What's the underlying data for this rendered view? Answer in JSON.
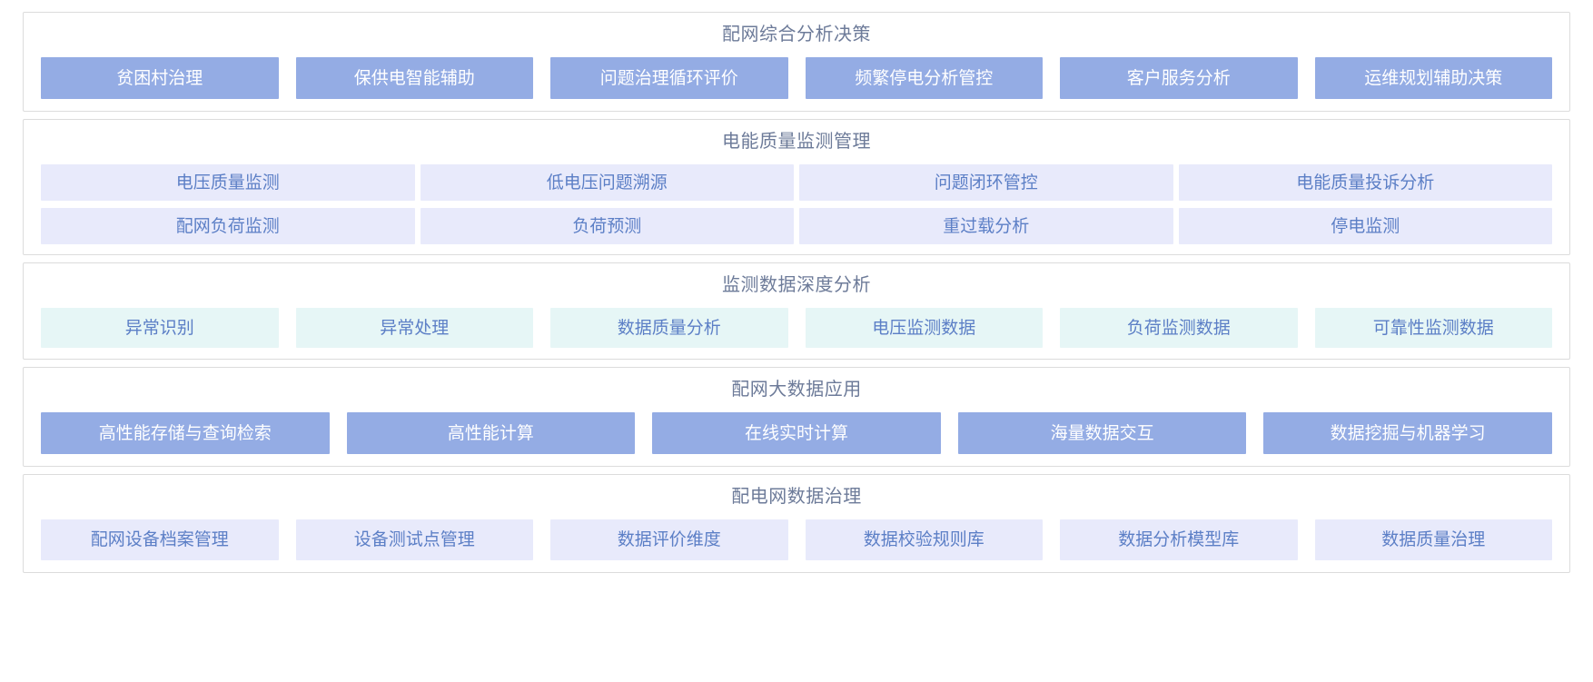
{
  "theme": {
    "accent_solid": "#94ace4",
    "accent_lavender": "#e8eafb",
    "accent_mint": "#e6f6f6",
    "text_on_solid": "#ffffff",
    "text_on_light": "#5c7fc6",
    "title_color": "#6d7b99",
    "panel_border": "#dcdcdc",
    "page_background": "#ffffff"
  },
  "panels": [
    {
      "title": "配网综合分析决策",
      "style": "solid",
      "rows": [
        {
          "items": [
            "贫困村治理",
            "保供电智能辅助",
            "问题治理循环评价",
            "频繁停电分析管控",
            "客户服务分析",
            "运维规划辅助决策"
          ]
        }
      ]
    },
    {
      "title": "电能质量监测管理",
      "style": "lavender",
      "rows": [
        {
          "items": [
            "电压质量监测",
            "低电压问题溯源",
            "问题闭环管控",
            "电能质量投诉分析"
          ]
        },
        {
          "items": [
            "配网负荷监测",
            "负荷预测",
            "重过载分析",
            "停电监测"
          ]
        }
      ]
    },
    {
      "title": "监测数据深度分析",
      "style": "mint",
      "rows": [
        {
          "items": [
            "异常识别",
            "异常处理",
            "数据质量分析",
            "电压监测数据",
            "负荷监测数据",
            "可靠性监测数据"
          ]
        }
      ]
    },
    {
      "title": "配网大数据应用",
      "style": "solid",
      "rows": [
        {
          "items": [
            "高性能存储与查询检索",
            "高性能计算",
            "在线实时计算",
            "海量数据交互",
            "数据挖掘与机器学习"
          ]
        }
      ]
    },
    {
      "title": "配电网数据治理",
      "style": "lavender",
      "rows": [
        {
          "items": [
            "配网设备档案管理",
            "设备测试点管理",
            "数据评价维度",
            "数据校验规则库",
            "数据分析模型库",
            "数据质量治理"
          ]
        }
      ]
    }
  ]
}
